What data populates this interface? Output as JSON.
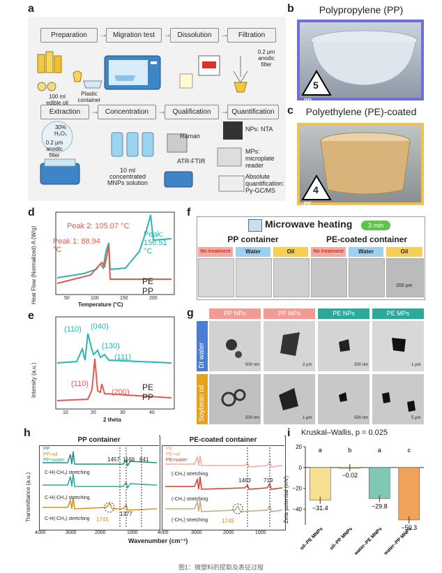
{
  "panel_labels": {
    "a": "a",
    "b": "b",
    "c": "c",
    "d": "d",
    "e": "e",
    "f": "f",
    "g": "g",
    "h": "h",
    "i": "i"
  },
  "panel_a": {
    "steps_row1": [
      "Preparation",
      "Migration test",
      "Dissolution",
      "Filtration"
    ],
    "steps_row2": [
      "Extraction",
      "Concentration",
      "Qualification",
      "Quantification"
    ],
    "row1_notes": {
      "oil": "100 ml edible oil",
      "container": "Plastic container",
      "filter": "0.2 μm anodic filter"
    },
    "row2_notes": {
      "h2o2": "30% H₂O₂",
      "filter": "0.2 μm anodic filter",
      "conc": "10 ml concentrated MNPs solution",
      "raman": "Raman",
      "atr": "ATR-FTIR",
      "nta": "NPs: NTA",
      "mps": "MPs: microplate reader",
      "abs": "Absolute quantification: Py-GC/MS"
    }
  },
  "panel_b": {
    "title": "Polypropylene (PP)",
    "code": "5",
    "code_label": "PP",
    "border_color": "#6f6fd6"
  },
  "panel_c": {
    "title": "Polyethylene (PE)-coated",
    "code": "4",
    "code_label": "PE",
    "border_color": "#f1c04f"
  },
  "panel_d": {
    "ylabel": "Heat Flow (Normalized) A (W/g)",
    "xlabel": "Temperature (°C)",
    "xticks": [
      "50",
      "100",
      "150",
      "200"
    ],
    "peak1": "Peak 1: 88.94 °C",
    "peak2": "Peak 2: 105.07 °C",
    "peak3": "Peak: 156.51 °C",
    "legend": [
      "PE",
      "PP"
    ]
  },
  "panel_e": {
    "ylabel": "Intensity (a.u.)",
    "xlabel": "2 theta",
    "xticks": [
      "10",
      "20",
      "30",
      "40"
    ],
    "pp_peaks": [
      "(110)",
      "(040)",
      "(130)",
      "(111)"
    ],
    "pe_peaks": [
      "(110)",
      "(200)"
    ],
    "legend": [
      "PE",
      "PP"
    ]
  },
  "panel_f": {
    "title": "Microwave heating",
    "badge": "3 min",
    "groups": [
      "PP container",
      "PE-coated container"
    ],
    "cols": [
      "No treatment",
      "Water",
      "Oil",
      "No treatment",
      "Water",
      "Oil"
    ],
    "col_colors": [
      "#f4a9a3",
      "#9fd1ee",
      "#f5cf57",
      "#f4a9a3",
      "#9fd1ee",
      "#f5cf57"
    ],
    "scale": "200 μm"
  },
  "panel_g": {
    "cols": [
      "PP NPs",
      "PP MPs",
      "PE NPs",
      "PE MPs"
    ],
    "col_colors": [
      "#f29b95",
      "#f29b95",
      "#2fa89a",
      "#2fa89a"
    ],
    "rows": [
      "DI water",
      "Soybean oil"
    ],
    "row_colors": [
      "#4b7ed0",
      "#e5a21e"
    ],
    "scales_row1": [
      "500 nm",
      "2 μm",
      "200 nm",
      "1 μm"
    ],
    "scales_row2": [
      "500 nm",
      "1 μm",
      "500 nm",
      "5 μm"
    ]
  },
  "panel_h": {
    "left_title": "PP container",
    "right_title": "PE-coated container",
    "left_legend": [
      "PP",
      "PP+oil",
      "PP+water"
    ],
    "right_legend": [
      "PE",
      "PE+oil",
      "PE+water"
    ],
    "ylabel": "Transmittance (a.u.)",
    "xlabel": "Wavenumber (cm⁻¹)",
    "xticks_left": [
      "4000",
      "3000",
      "2000",
      "1000"
    ],
    "xticks_right": [
      "4000",
      "3000",
      "2000",
      "1000"
    ],
    "left_ann": [
      "1457",
      "1166",
      "841",
      "C-H(-CH₃) stretching",
      "C-H(-CH₃) stretching",
      "C-H(-CH₃) stretching",
      "1745",
      "1377"
    ],
    "right_ann": [
      "1463",
      "719",
      "(-CH₂) stretching",
      "(-CH₂) stretching",
      "(-CH₂) stretching",
      "1745"
    ]
  },
  "chart_data": [
    {
      "type": "bar",
      "title": "Kruskal–Wallis, p = 0.025",
      "ylabel": "Zeta potential (mV)",
      "categories": [
        "oil–PE MNPs",
        "oil–PP MNPs",
        "water–PE MNPs",
        "water–PP MNPs"
      ],
      "values": [
        -31.4,
        -0.02,
        -29.8,
        -50.3
      ],
      "value_labels": [
        "−31.4",
        "−0.02",
        "−29.8",
        "−50.3"
      ],
      "letters": [
        "a",
        "b",
        "a",
        "c"
      ],
      "colors": [
        "#f6e08f",
        "#f6e08f",
        "#7fc9b4",
        "#f2a35b"
      ],
      "ylim": [
        -55,
        20
      ],
      "yticks": [
        "20",
        "0",
        "−20",
        "−40"
      ]
    }
  ],
  "caption": "图1：微塑料的提取及表征过程"
}
